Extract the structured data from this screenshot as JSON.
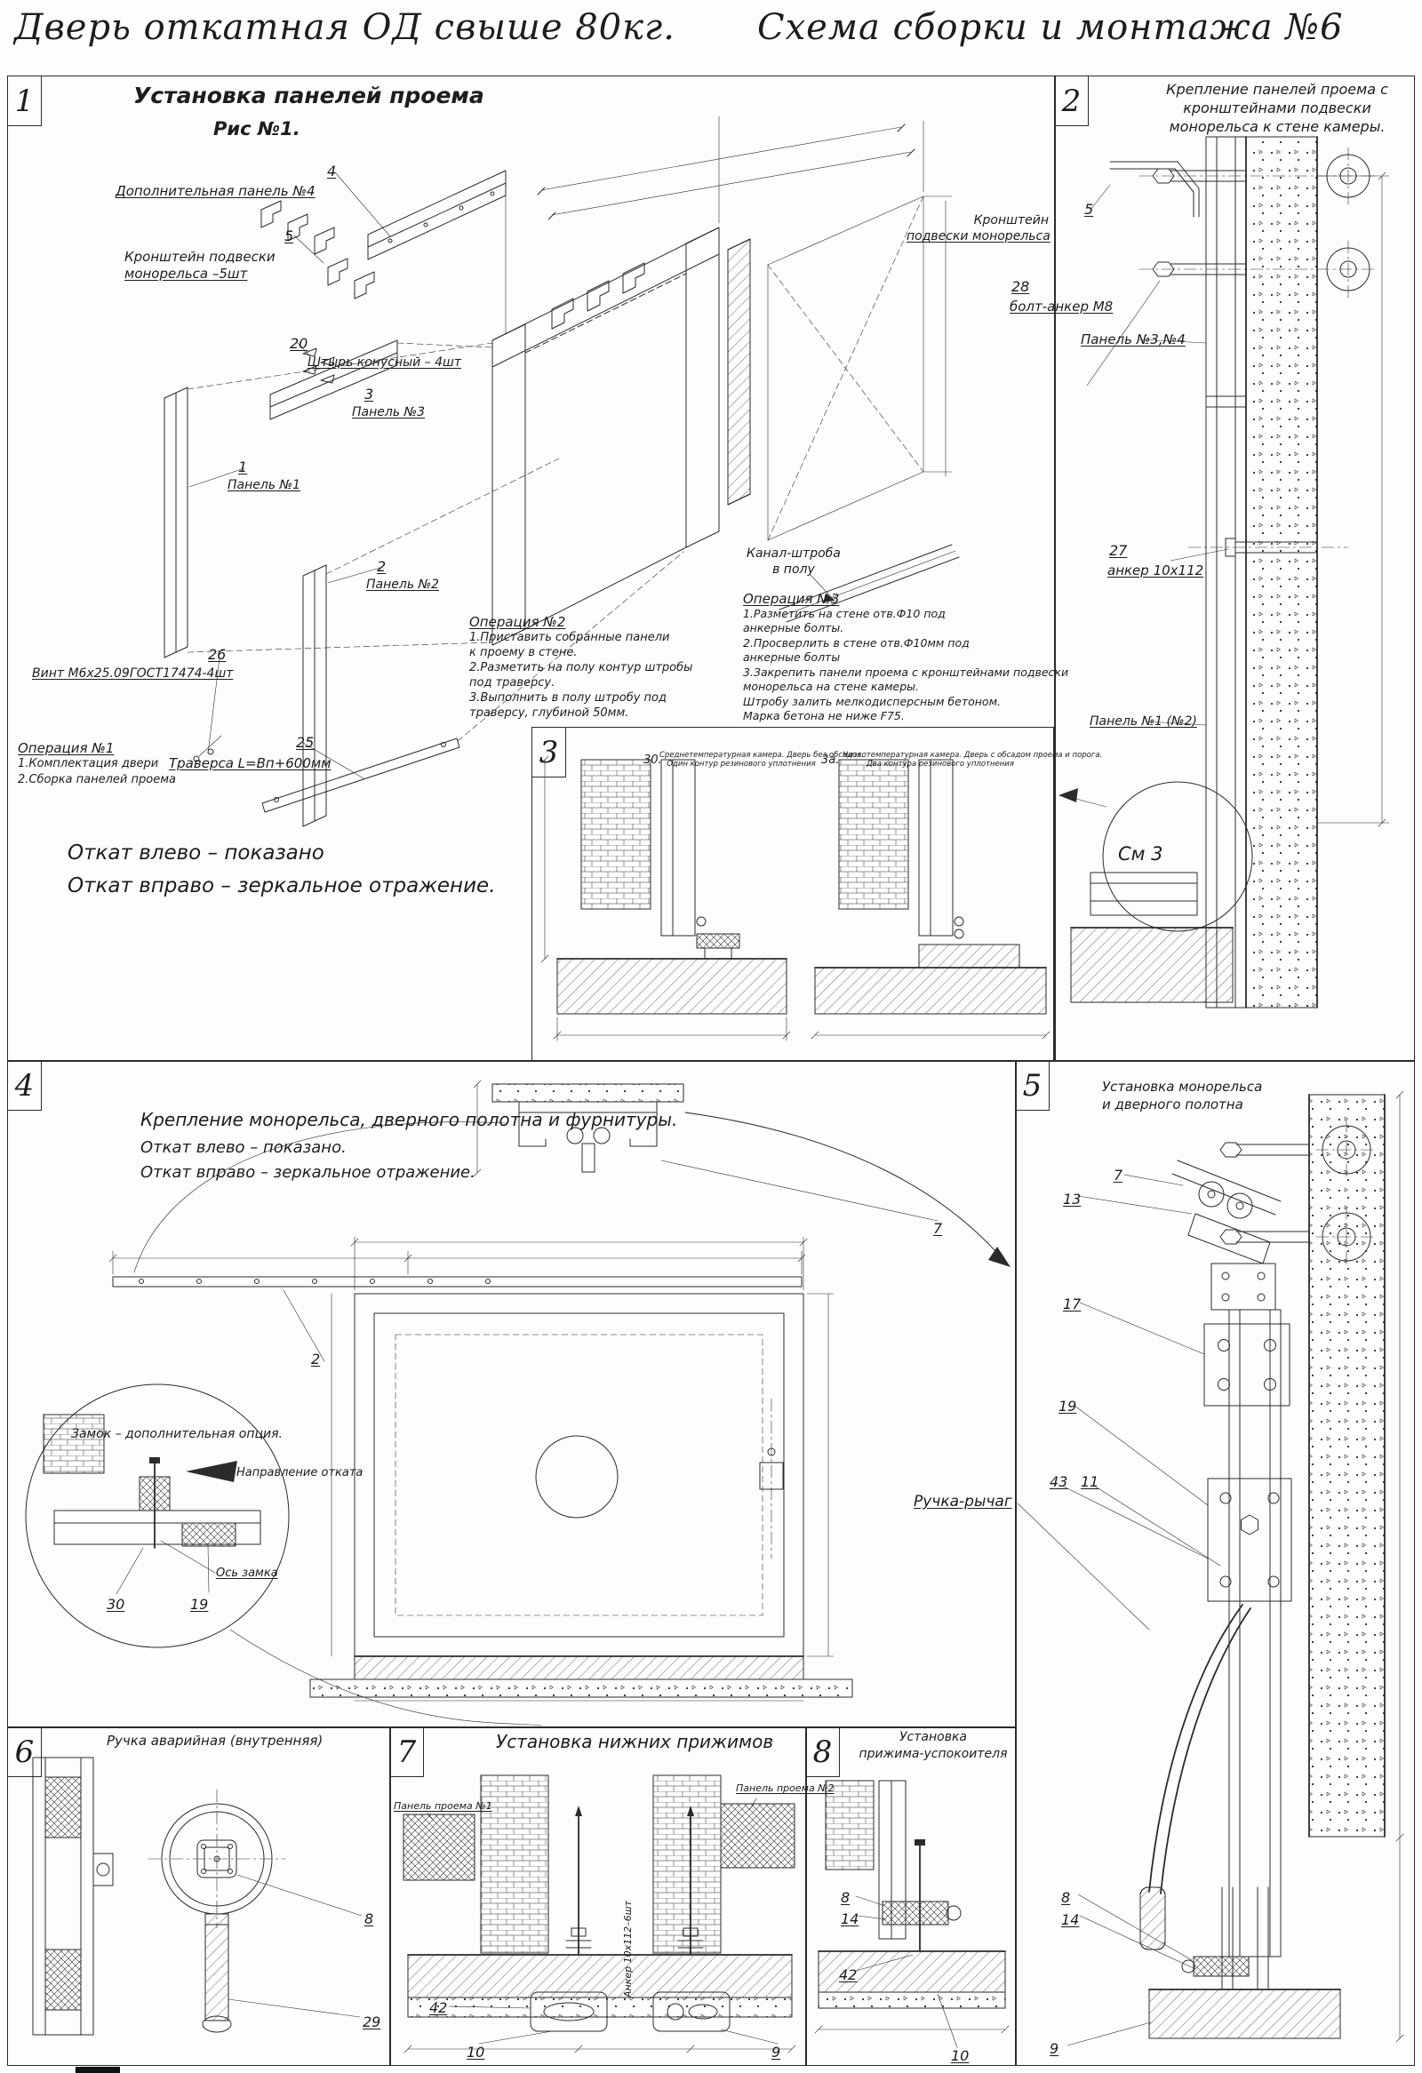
{
  "sheet": {
    "title_left": "Дверь откатная ОД свыше 80кг.",
    "title_right": "Схема сборки и монтажа №6"
  },
  "s1": {
    "num": "1",
    "title": "Установка панелей проема",
    "fig": "Рис №1.",
    "callouts": {
      "n4": "4",
      "n5": "5",
      "n20": "20",
      "n3": "3",
      "n1": "1",
      "n2": "2",
      "n26": "26",
      "n25": "25"
    },
    "panel4": "Дополнительная панель №4",
    "bracket_l1": "Кронштейн подвески",
    "bracket_l2": "монорельса –5шт",
    "pin": "Штырь конусный – 4шт",
    "panel3": "Панель №3",
    "panel1": "Панель №1",
    "panel2": "Панель №2",
    "screw": "Винт М6х25.09ГОСТ17474-4шт",
    "traverse": "Траверса  L=Вп+600мм",
    "channel_l1": "Канал-штроба",
    "channel_l2": "в полу",
    "op1": {
      "title": "Операция №1",
      "lines": [
        "1.Комплектация двери",
        "2.Сборка панелей проема"
      ]
    },
    "op2": {
      "title": "Операция №2",
      "lines": [
        "1.Приставить собранные панели",
        "к проему в стене.",
        "2.Разметить на полу контур штробы",
        "под траверсу.",
        "3.Выполнить в полу штробу под",
        "траверсу, глубиной 50мм."
      ]
    },
    "op3": {
      "title": "Операция №3",
      "lines": [
        "1.Разметить на стене отв.Ф10 под",
        "анкерные болты.",
        "2.Просверлить в стене отв.Ф10мм  под",
        "анкерные болты",
        "3.Закрепить панели проема с кронштейнами подвески",
        "монорельса на стене камеры.",
        "Штробу залить мелкодисперсным бетоном.",
        "Марка бетона не ниже   F75."
      ]
    },
    "note1": "Откат влево – показано",
    "note2": "Откат вправо – зеркальное отражение."
  },
  "s2": {
    "num": "2",
    "title_lines": [
      "Крепление панелей проема с",
      "кронштейнами  подвески",
      "монорельса к стене камеры."
    ],
    "n5": "5",
    "bracket_l1": "Кронштейн",
    "bracket_l2": "подвески монорельса",
    "n28": "28",
    "bolt": "болт-анкер М8",
    "panels34": "Панель №3,№4",
    "n27": "27",
    "anchor": "анкер 10х112",
    "panel12": "Панель №1 (№2)",
    "see3": "См 3"
  },
  "s3": {
    "num": "3",
    "d1_num": "30.",
    "d1_lines": [
      "Среднетемпературная камера. Дверь без обсадов.",
      "Один контур резинового уплотнения"
    ],
    "d2_num": "3а.",
    "d2_lines": [
      "Низкотемпературная камера. Дверь с обсадом проема и порога.",
      "Два контура резинового уплотнения"
    ]
  },
  "s4": {
    "num": "4",
    "title": "Крепление монорельса, дверного полотна и фурнитуры.",
    "note1": "Откат влево – показано.",
    "note2": "Откат вправо – зеркальное отражение.",
    "lock_note": "Замок – дополнительная опция.",
    "direction": "Направление отката",
    "lock_axis": "Ось замка",
    "n30": "30",
    "n19": "19",
    "n2": "2",
    "n7": "7",
    "handle": "Ручка-рычаг"
  },
  "s5": {
    "num": "5",
    "title_l1": "Установка монорельса",
    "title_l2": "и дверного полотна",
    "n7": "7",
    "n13": "13",
    "n17": "17",
    "n19": "19",
    "n43": "43",
    "n11": "11",
    "n8": "8",
    "n14": "14",
    "n9": "9"
  },
  "s6": {
    "num": "6",
    "title": "Ручка аварийная (внутренняя)",
    "n8": "8",
    "n29": "29"
  },
  "s7": {
    "num": "7",
    "title": "Установка  нижних  прижимов",
    "panel1": "Панель проема №1",
    "panel2": "Панель проема №2",
    "anchor": "Анкер  10х112–6шт",
    "n42": "42",
    "n10": "10",
    "n9": "9"
  },
  "s8": {
    "num": "8",
    "title_l1": "Установка",
    "title_l2": "прижима-успокоителя",
    "n8": "8",
    "n14": "14",
    "n42": "42",
    "n10": "10"
  }
}
